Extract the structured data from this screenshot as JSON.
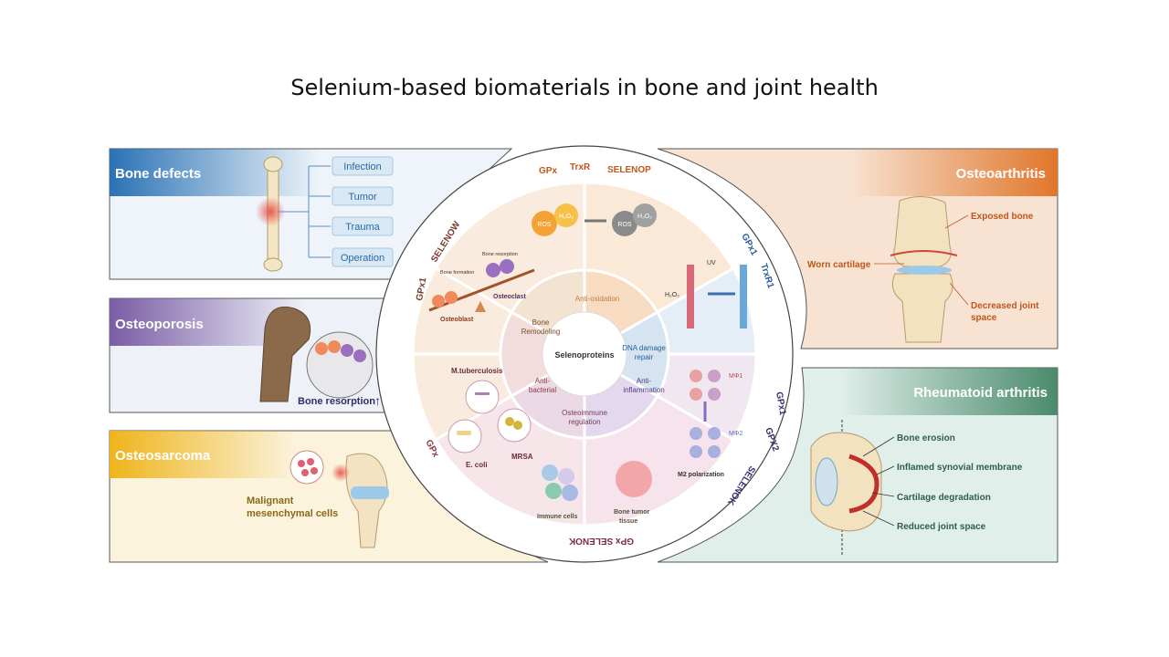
{
  "title": "Selenium-based biomaterials in bone and joint health",
  "center": "Selenoproteins",
  "panels": {
    "bone_defects": {
      "header": "Bone defects",
      "items": [
        "Infection",
        "Tumor",
        "Trauma",
        "Operation"
      ]
    },
    "osteoporosis": {
      "header": "Osteoporosis",
      "label": "Bone resorption"
    },
    "osteosarcoma": {
      "header": "Osteosarcoma",
      "label_line1": "Malignant",
      "label_line2": "mesenchymal cells"
    },
    "osteoarthritis": {
      "header": "Osteoarthritis",
      "labels": [
        "Exposed bone",
        "Worn cartilage",
        "Decreased joint",
        "space"
      ]
    },
    "rheumatoid": {
      "header": "Rheumatoid arthritis",
      "labels": [
        "Bone erosion",
        "Inflamed synovial membrane",
        "Cartilage degradation",
        "Reduced joint space"
      ]
    }
  },
  "inner_ring": {
    "anti_oxidation": "Anti-oxidation",
    "dna_line1": "DNA damage",
    "dna_line2": "repair",
    "anti_inflam_line1": "Anti-",
    "anti_inflam_line2": "inflammation",
    "osteoimmune_line1": "Osteoimmune",
    "osteoimmune_line2": "regulation",
    "antibac_line1": "Anti-",
    "antibac_line2": "bacterial",
    "remodel_line1": "Bone",
    "remodel_line2": "Remodeling"
  },
  "outer_ring": {
    "top": [
      "GPx",
      "TrxR",
      "SELENOP"
    ],
    "right_upper": [
      "GPx1",
      "TrxR1"
    ],
    "right_lower": [
      "GPx1",
      "GPX2",
      "SELENOK"
    ],
    "bottom": "GPx SELENOK",
    "left_lower": "GPx",
    "left_upper": [
      "GPx1",
      "SELENOW"
    ]
  },
  "segments": {
    "ros1": "ROS",
    "h2o2": "H₂O₂",
    "ros2": "ROS",
    "h2o2b": "H₂O₂",
    "uv": "UV",
    "h2o2c": "H₂O₂",
    "bone_resorption": "Bone resorption",
    "bone_formation": "Bone formation",
    "osteoclast": "Osteoclast",
    "osteoblast": "Osteoblast",
    "m_tb": "M.tuberculosis",
    "mrsa": "MRSA",
    "e_coli": "E. coli",
    "immune_cells": "Immune cells",
    "tumor_line1": "Bone tumor",
    "tumor_line2": "tissue",
    "m1": "MΦ1",
    "m2": "MΦ2",
    "m2_pol": "M2 polarization"
  },
  "colors": {
    "blue": "#2e7bb8",
    "purple": "#7b5fa6",
    "yellow": "#f0b51e",
    "orange": "#e07a2c",
    "green": "#4d8b6e"
  }
}
